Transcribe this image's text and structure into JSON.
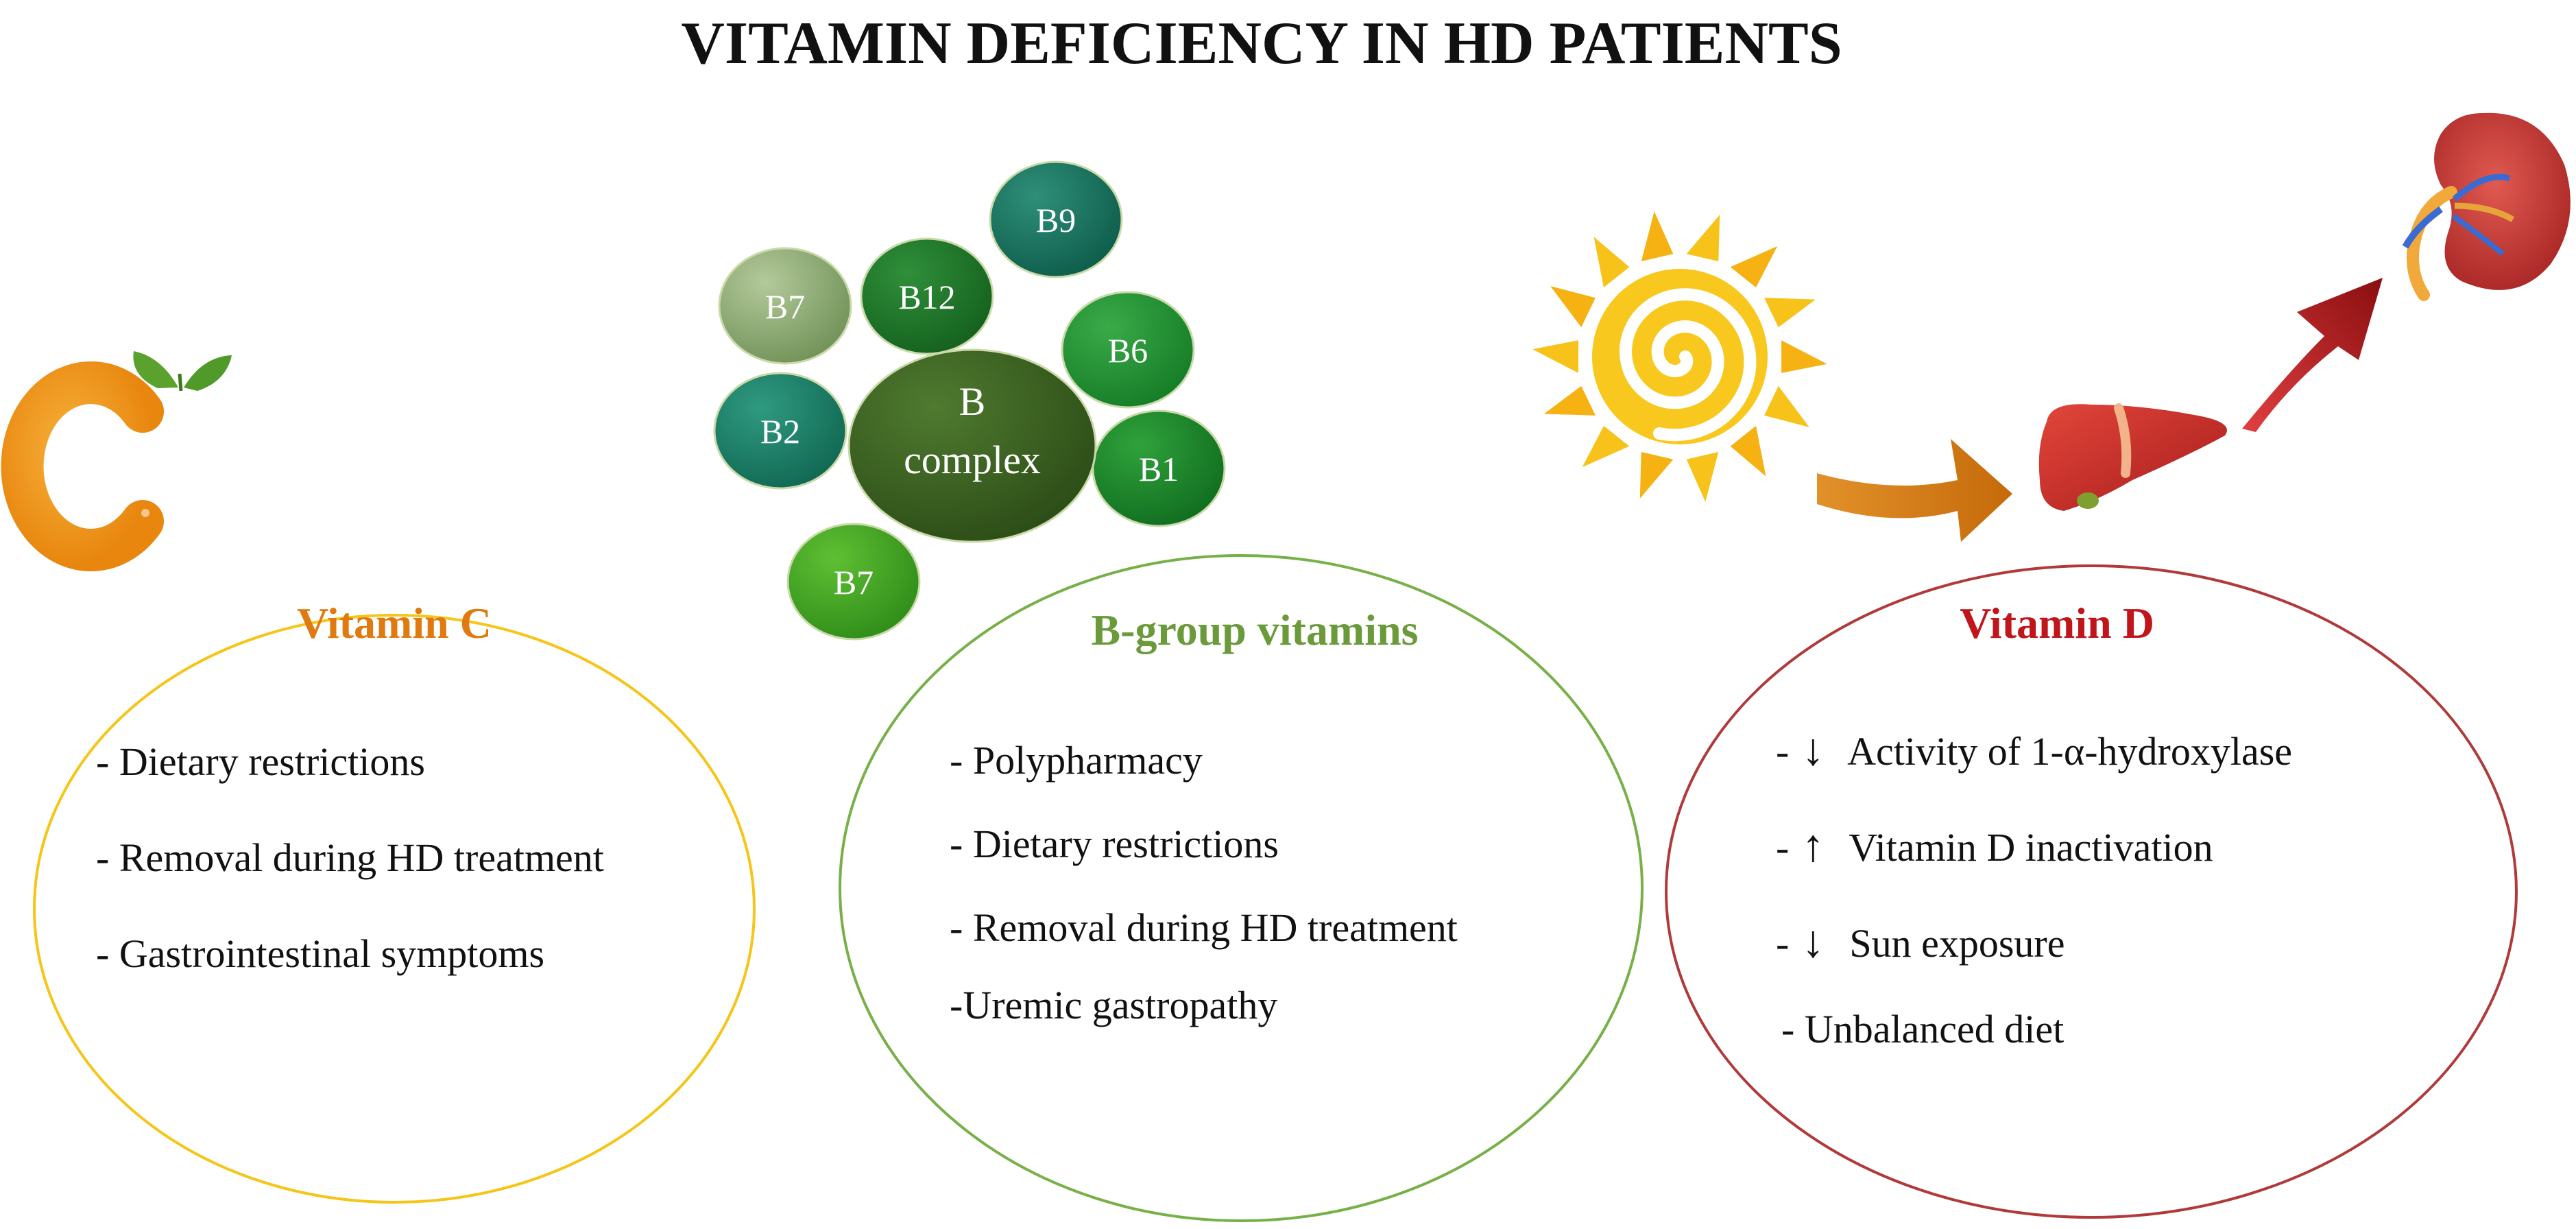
{
  "title": "VITAMIN DEFICIENCY IN HD PATIENTS",
  "colors": {
    "vitamin_c_accent": "#e07a10",
    "vitamin_c_border": "#f5c518",
    "b_group_accent": "#6a9a3a",
    "b_group_border": "#78b048",
    "vitamin_d_accent": "#c0151b",
    "vitamin_d_border": "#b03a3a"
  },
  "vitamin_c": {
    "icon": "orange-c-icon",
    "heading": "Vitamin C",
    "causes": [
      "- Dietary restrictions",
      "- Removal during HD treatment",
      "- Gastrointestinal symptoms"
    ]
  },
  "b_group": {
    "heading": "B-group vitamins",
    "cluster": {
      "center_line1": "B",
      "center_line2": "complex",
      "bubbles": [
        "B9",
        "B12",
        "B7",
        "B6",
        "B2",
        "B1",
        "B7"
      ]
    },
    "causes": [
      "- Polypharmacy",
      "- Dietary restrictions",
      "- Removal during HD treatment",
      "-Uremic gastropathy"
    ]
  },
  "vitamin_d": {
    "heading": "Vitamin D",
    "pathway_icons": [
      "sun-icon",
      "arrow-right-icon",
      "liver-icon",
      "arrow-up-right-icon",
      "kidney-icon"
    ],
    "causes": [
      {
        "prefix": "-",
        "arrow": "↓",
        "text": "Activity of 1-α-hydroxylase"
      },
      {
        "prefix": "-",
        "arrow": "↑",
        "text": "Vitamin D inactivation"
      },
      {
        "prefix": "-",
        "arrow": "↓",
        "text": "Sun exposure"
      },
      {
        "prefix": "",
        "arrow": "",
        "text": "- Unbalanced diet"
      }
    ]
  }
}
